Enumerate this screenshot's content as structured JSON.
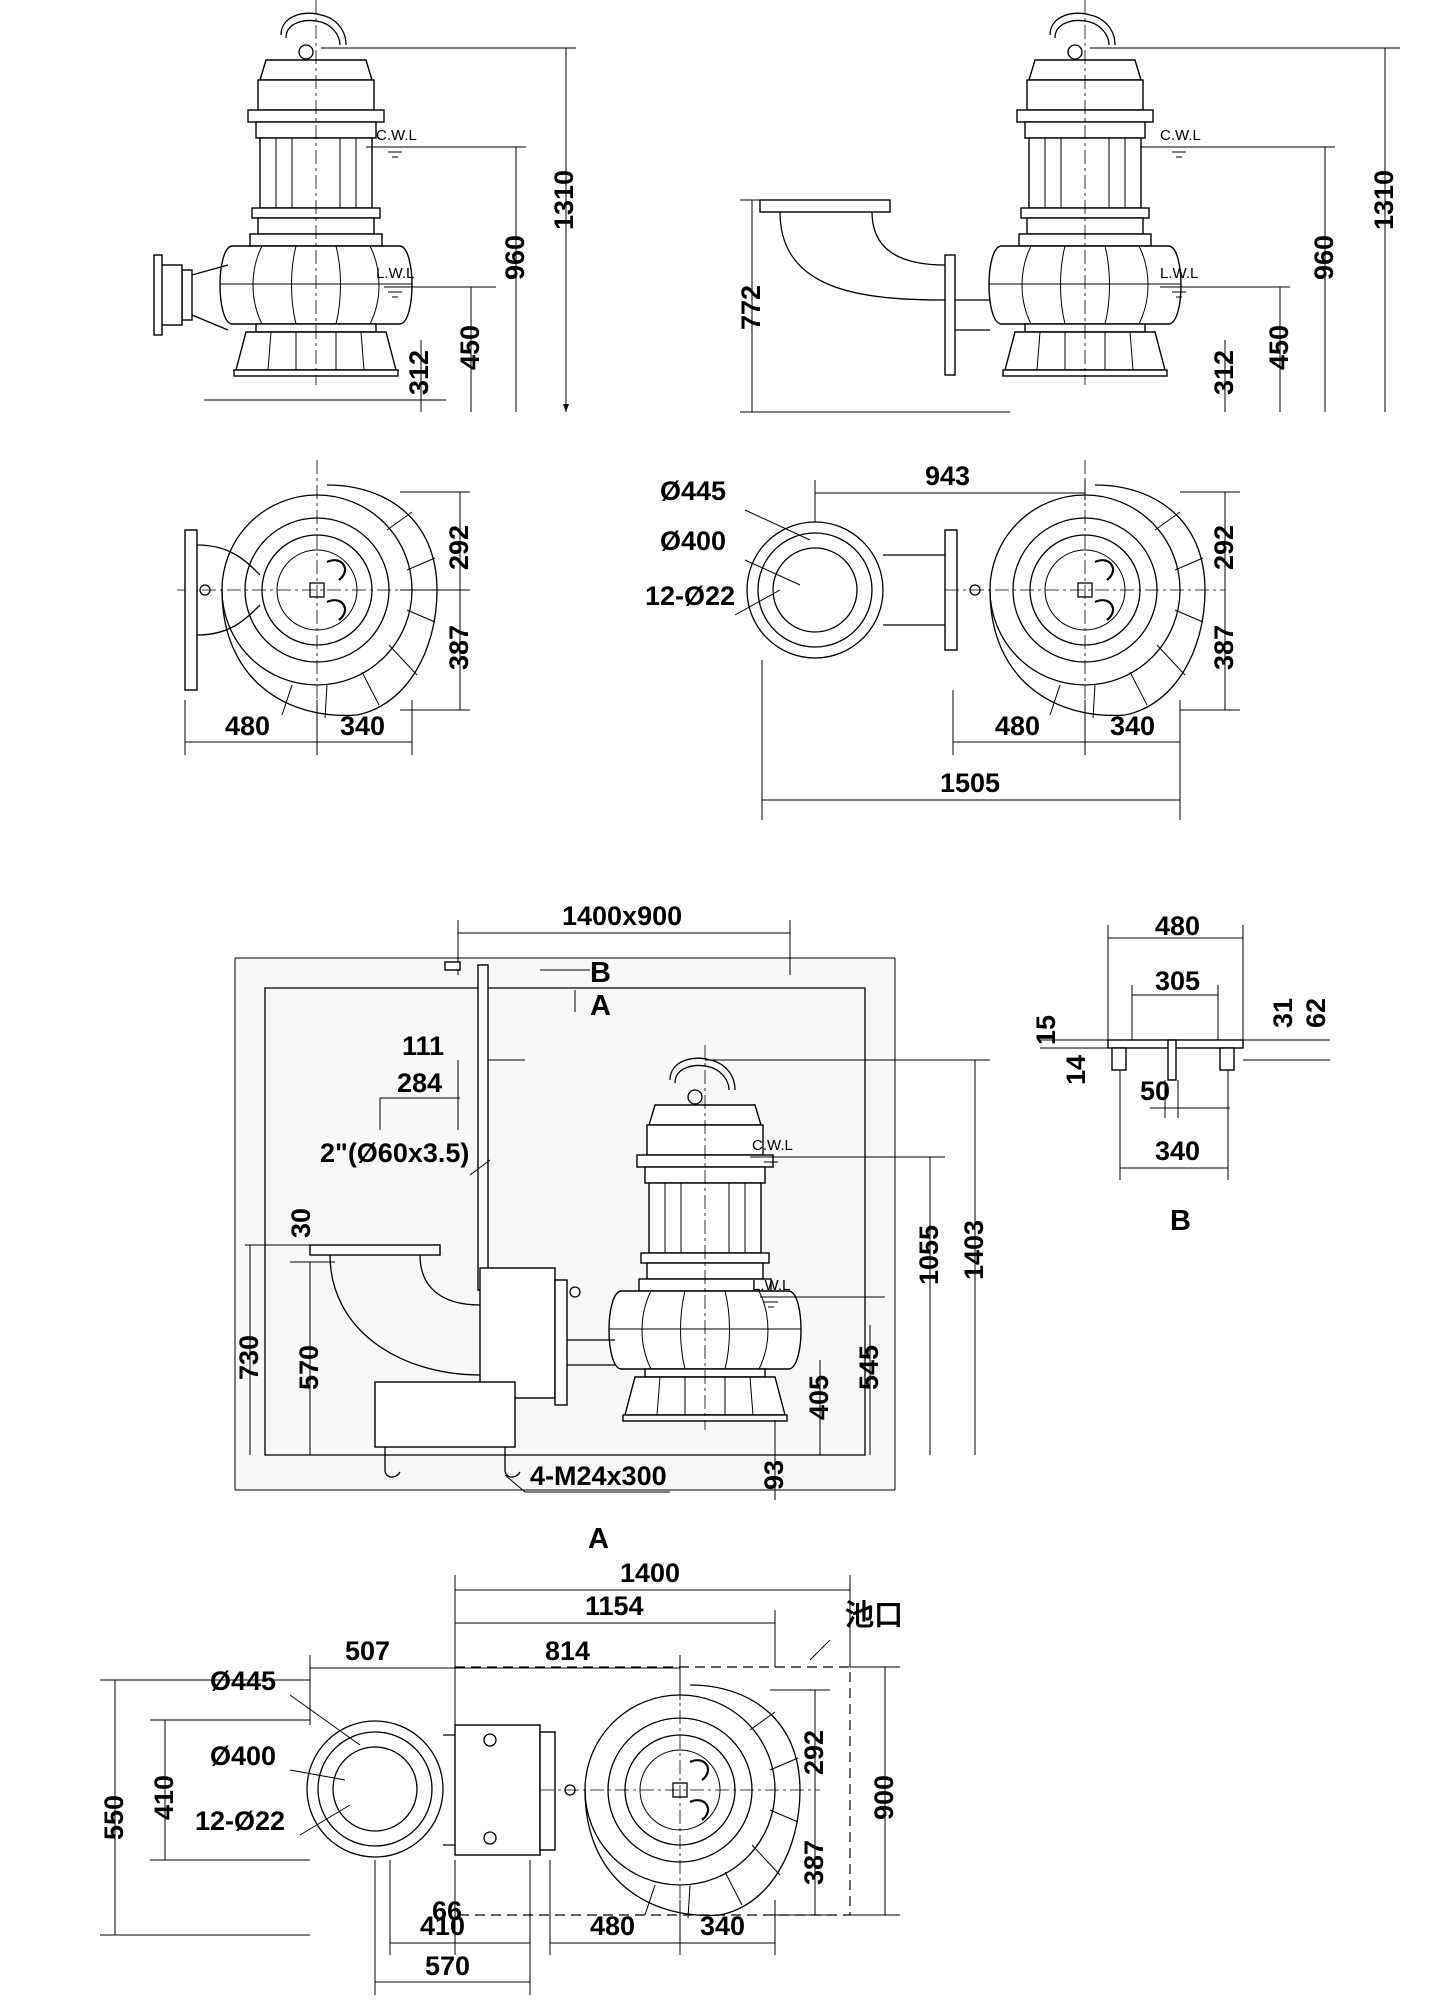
{
  "views": {
    "front": {
      "dims": {
        "d1310": "1310",
        "d960": "960",
        "d450": "450",
        "d312": "312"
      },
      "cwl": "C.W.L",
      "lwl": "L.W.L"
    },
    "side": {
      "dims": {
        "d1310": "1310",
        "d960": "960",
        "d450": "450",
        "d312": "312",
        "d772": "772"
      },
      "cwl": "C.W.L",
      "lwl": "L.W.L"
    },
    "top_left": {
      "dims": {
        "d292": "292",
        "d387": "387",
        "d480": "480",
        "d340": "340"
      }
    },
    "top_right": {
      "dims": {
        "d943": "943",
        "o445": "Ø445",
        "o400": "Ø400",
        "holes": "12-Ø22",
        "d292": "292",
        "d387": "387",
        "d480": "480",
        "d340": "340",
        "d1505": "1505"
      }
    },
    "section_a": {
      "label": "A",
      "dims": {
        "pit": "1400x900",
        "d111": "111",
        "d284": "284",
        "pipe": "2\"(Ø60x3.5)",
        "d30": "30",
        "d730": "730",
        "d570": "570",
        "d1055": "1055",
        "d1403": "1403",
        "d545": "545",
        "d405": "405",
        "d93": "93",
        "bolts": "4-M24x300"
      },
      "cut_b": "B",
      "cut_a": "A",
      "cwl": "C.W.L",
      "lwl": "L.W.L"
    },
    "detail_b": {
      "label": "B",
      "dims": {
        "d480": "480",
        "d305": "305",
        "d15": "15",
        "d14": "14",
        "d31": "31",
        "d62": "62",
        "d50": "50",
        "d340": "340"
      }
    },
    "plan": {
      "dims": {
        "d1400": "1400",
        "d1154": "1154",
        "pit_edge": "池口",
        "d507": "507",
        "d814": "814",
        "o445": "Ø445",
        "o400": "Ø400",
        "holes": "12-Ø22",
        "d550": "550",
        "d410v": "410",
        "d292": "292",
        "d387": "387",
        "d900": "900",
        "d66": "66",
        "d410": "410",
        "d480": "480",
        "d340": "340",
        "d570": "570"
      }
    }
  }
}
